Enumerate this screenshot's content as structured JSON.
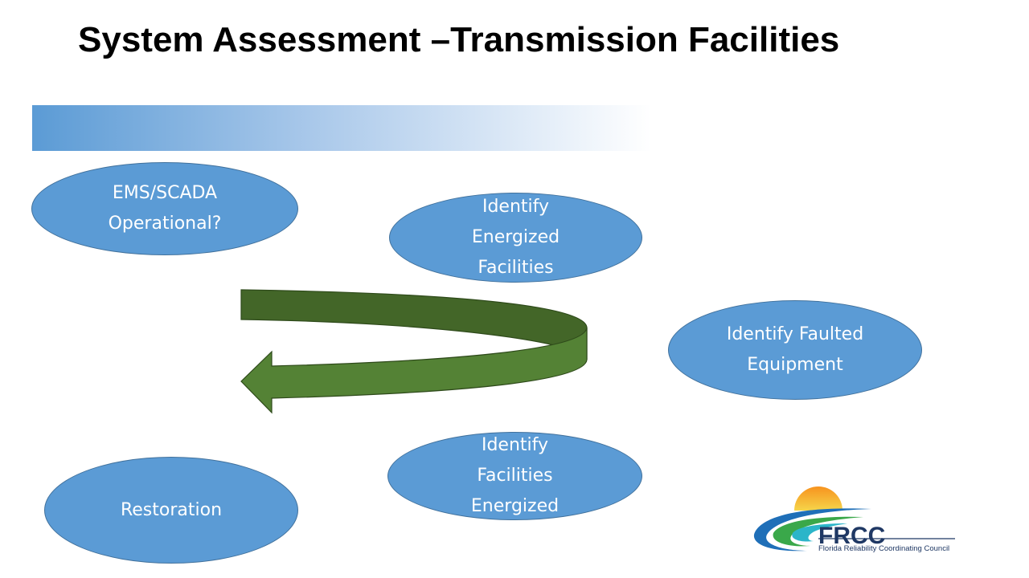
{
  "slide": {
    "title": "System Assessment –Transmission Facilities"
  },
  "nodes": {
    "ems_scada": {
      "lines": [
        "EMS/SCADA",
        "Operational?"
      ]
    },
    "identify_energized": {
      "lines": [
        "Identify",
        "Energized",
        "Facilities"
      ]
    },
    "identify_faulted": {
      "lines": [
        "Identify Faulted",
        "Equipment"
      ]
    },
    "identify_facilities_energized": {
      "lines": [
        "Identify",
        "Facilities",
        "Energized"
      ]
    },
    "restoration": {
      "lines": [
        "Restoration"
      ]
    }
  },
  "logo": {
    "abbr": "FRCC",
    "name": "Florida Reliability Coordinating Council"
  },
  "colors": {
    "node_fill": "#5b9bd5",
    "node_border": "#41719c",
    "arrow_dark": "#436628",
    "arrow_light": "#548235",
    "logo_navy": "#1f3864",
    "logo_sun": "#f5a623"
  }
}
